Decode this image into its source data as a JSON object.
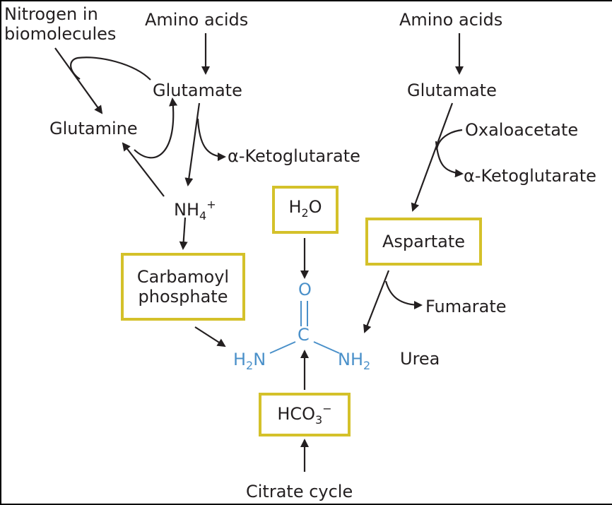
{
  "labels": {
    "nitrogen_biomolecules": "Nitrogen in biomolecules",
    "amino_acids_left": "Amino acids",
    "amino_acids_right": "Amino acids",
    "glutamate_left": "Glutamate",
    "glutamate_right": "Glutamate",
    "glutamine": "Glutamine",
    "ketoglutarate_left": "α-Ketoglutarate",
    "ketoglutarate_right": "α-Ketoglutarate",
    "oxaloacetate": "Oxaloacetate",
    "ammonium_base": "NH",
    "ammonium_sub": "4",
    "ammonium_sup": "+",
    "fumarate": "Fumarate",
    "urea": "Urea",
    "citrate_cycle": "Citrate cycle"
  },
  "boxes": {
    "water_base": "H",
    "water_sub": "2",
    "water_tail": "O",
    "aspartate": "Aspartate",
    "carbamoyl": "Carbamoyl phosphate",
    "bicarbonate_base": "HCO",
    "bicarbonate_sub": "3",
    "bicarbonate_sup": "−"
  },
  "urea_structure": {
    "oxygen": "O",
    "carbon": "C",
    "left_h": "H",
    "left_sub": "2",
    "left_n": "N",
    "right_nh": "NH",
    "right_sub": "2"
  },
  "colors": {
    "highlight_box": "#d4c12a",
    "molecule": "#4a90c9",
    "text": "#231f20"
  }
}
